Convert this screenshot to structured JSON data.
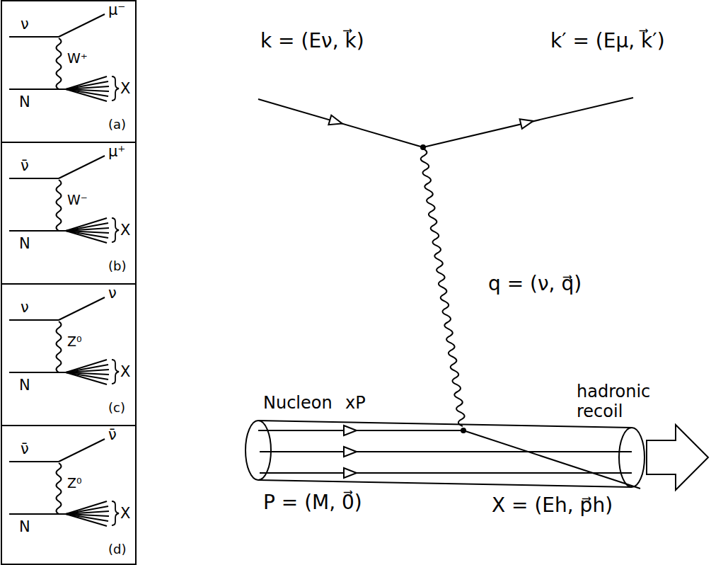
{
  "diagram": {
    "nodes": [
      {
        "text": [
          "ν",
          "μ⁻",
          "W⁺",
          "N",
          "X",
          "(a)"
        ]
      },
      {
        "text": [
          "ν̄",
          "μ⁺",
          "W⁻",
          "N",
          "X",
          "(b)"
        ]
      },
      {
        "text": [
          "ν",
          "ν",
          "Z⁰",
          "N",
          "X",
          "(c)"
        ]
      },
      {
        "text": [
          "ν̄",
          "ν̄",
          "Z⁰",
          "N",
          "X",
          "(d)"
        ]
      }
    ],
    "labels": [
      "k = (Eν, k⃗)",
      "k′ = (Eμ, k⃗′)",
      "q = (ν, q⃗)",
      "Nucleon",
      "xP",
      "hadronic recoil",
      "P = (M, 0⃗)",
      "X = (Eh, p⃗h)"
    ]
  }
}
